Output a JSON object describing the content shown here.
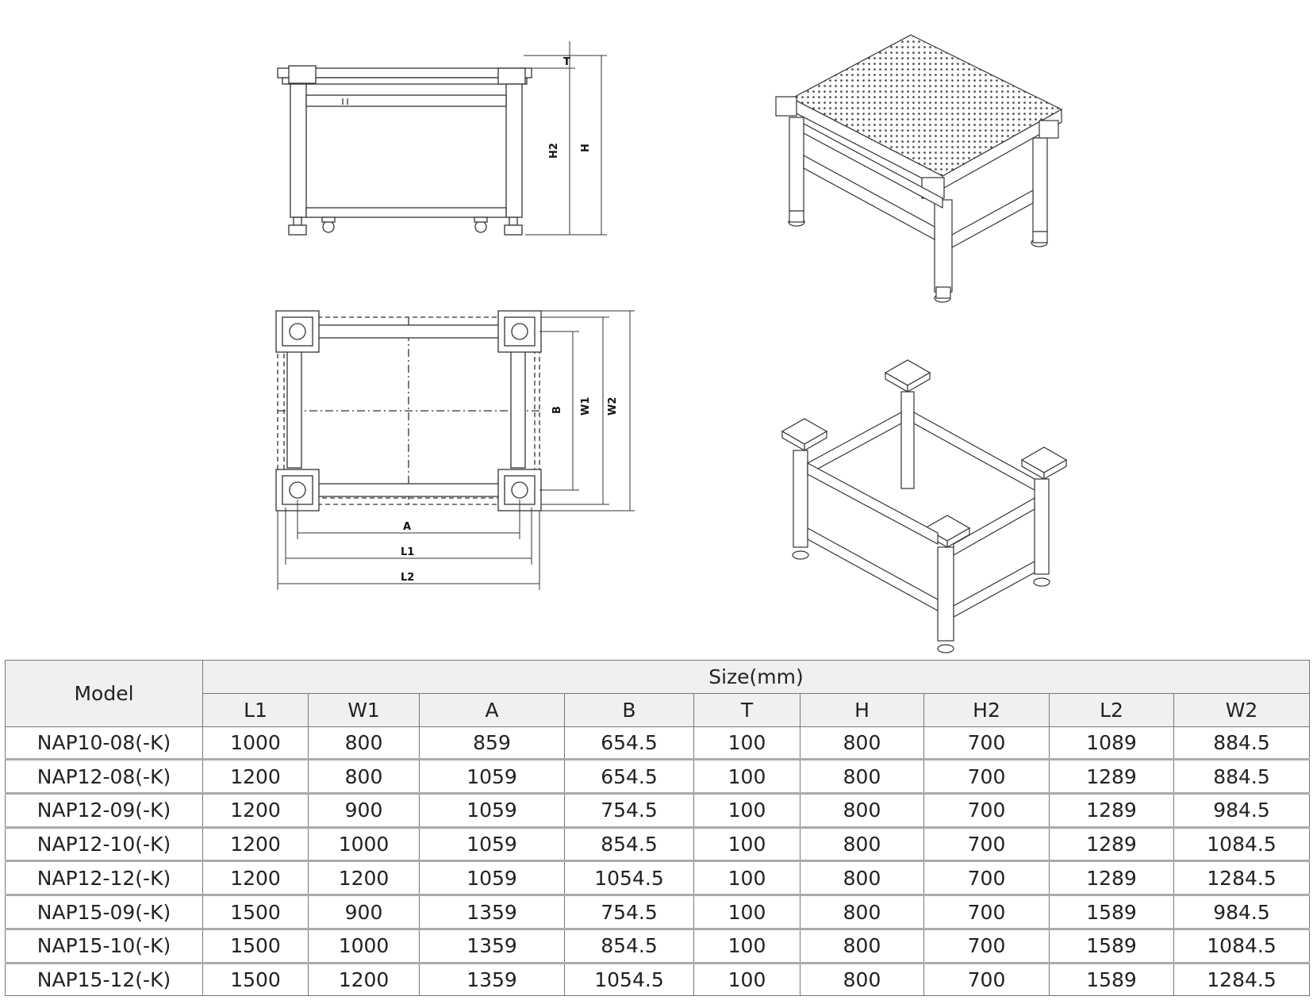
{
  "drawing_labels": {
    "front": {
      "t": "T",
      "h2": "H2",
      "h": "H"
    },
    "top": {
      "a": "A",
      "l1": "L1",
      "l2": "L2",
      "b": "B",
      "w1": "W1",
      "w2": "W2"
    }
  },
  "table": {
    "model_header": "Model",
    "size_header": "Size(mm)",
    "columns": [
      "L1",
      "W1",
      "A",
      "B",
      "T",
      "H",
      "H2",
      "L2",
      "W2"
    ],
    "rows": [
      [
        "NAP10-08(-K)",
        "1000",
        "800",
        "859",
        "654.5",
        "100",
        "800",
        "700",
        "1089",
        "884.5"
      ],
      [
        "NAP12-08(-K)",
        "1200",
        "800",
        "1059",
        "654.5",
        "100",
        "800",
        "700",
        "1289",
        "884.5"
      ],
      [
        "NAP12-09(-K)",
        "1200",
        "900",
        "1059",
        "754.5",
        "100",
        "800",
        "700",
        "1289",
        "984.5"
      ],
      [
        "NAP12-10(-K)",
        "1200",
        "1000",
        "1059",
        "854.5",
        "100",
        "800",
        "700",
        "1289",
        "1084.5"
      ],
      [
        "NAP12-12(-K)",
        "1200",
        "1200",
        "1059",
        "1054.5",
        "100",
        "800",
        "700",
        "1289",
        "1284.5"
      ],
      [
        "NAP15-09(-K)",
        "1500",
        "900",
        "1359",
        "754.5",
        "100",
        "800",
        "700",
        "1589",
        "984.5"
      ],
      [
        "NAP15-10(-K)",
        "1500",
        "1000",
        "1359",
        "854.5",
        "100",
        "800",
        "700",
        "1589",
        "1084.5"
      ],
      [
        "NAP15-12(-K)",
        "1500",
        "1200",
        "1359",
        "1054.5",
        "100",
        "800",
        "700",
        "1589",
        "1284.5"
      ]
    ]
  }
}
